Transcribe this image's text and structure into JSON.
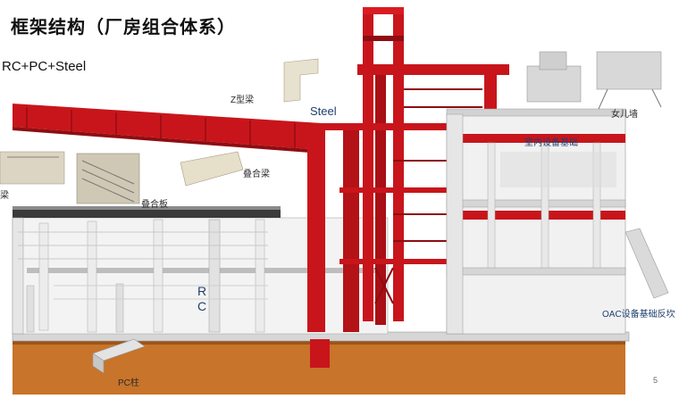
{
  "slide": {
    "title": "框架结构（厂房组合体系）",
    "subtitle": "RC+PC+Steel",
    "page_number": "5"
  },
  "labels": {
    "z_beam": "Z型梁",
    "steel": "Steel",
    "beam_left": "梁",
    "composite_slab": "叠合板",
    "composite_beam": "叠合梁",
    "parapet": "女儿墙",
    "equipment_foundation": "室内设备基础",
    "rc": "R C",
    "oac_foundation": "OAC设备基础反坎",
    "pc_column": "PC柱"
  },
  "colors": {
    "steel_red": "#c8151b",
    "steel_red_dark": "#8e0d12",
    "concrete": "#efefef",
    "concrete_shadow": "#b9b9b9",
    "slab_dark": "#3a3a3a",
    "soil": "#c8742a",
    "soil_dark": "#9c5518"
  }
}
